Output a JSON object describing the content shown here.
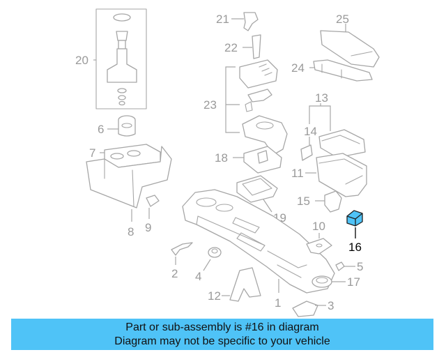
{
  "labels": {
    "p1": "1",
    "p2": "2",
    "p3": "3",
    "p4": "4",
    "p5": "5",
    "p6": "6",
    "p7": "7",
    "p8": "8",
    "p9": "9",
    "p10": "10",
    "p11": "11",
    "p12": "12",
    "p13": "13",
    "p14": "14",
    "p15": "15",
    "p16": "16",
    "p17": "17",
    "p18": "18",
    "p19": "19",
    "p20": "20",
    "p21": "21",
    "p22": "22",
    "p23": "23",
    "p24": "24",
    "p25": "25"
  },
  "highlight": {
    "part": "16",
    "color": "#4fc3f7"
  },
  "banner": {
    "line1": "Part or sub-assembly is #16 in diagram",
    "line2": "Diagram may not be specific to your vehicle"
  }
}
